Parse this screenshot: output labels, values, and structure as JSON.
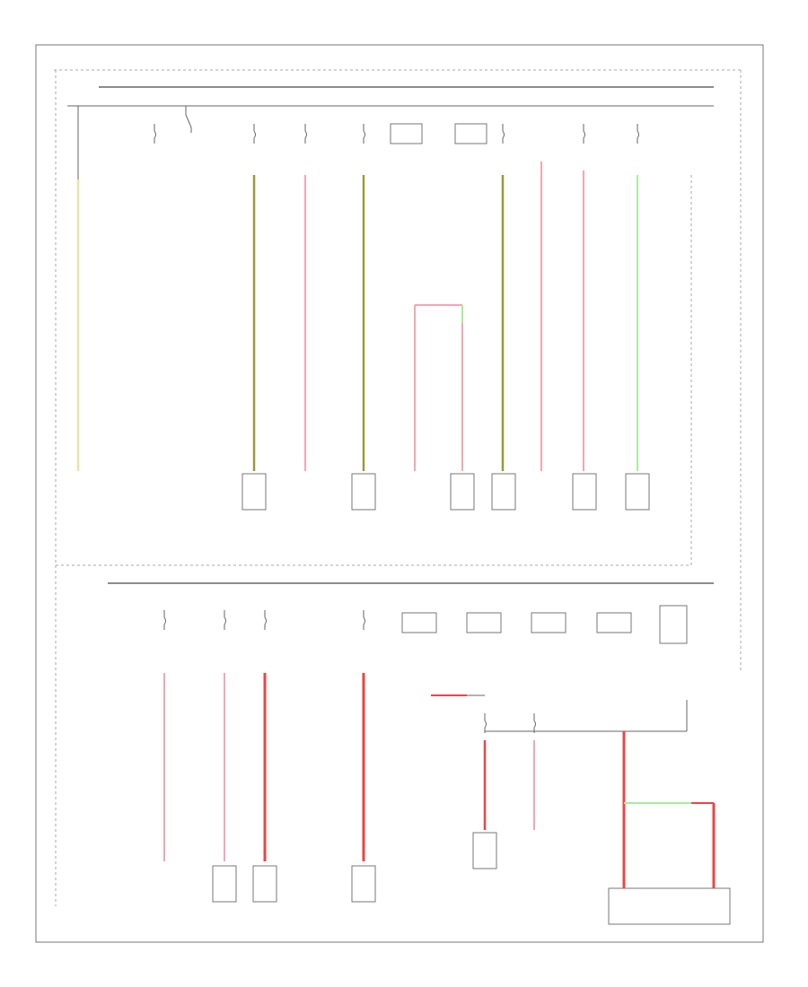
{
  "page_label": "",
  "wires": [
    {
      "id": "w1",
      "color": "#e6e6a8"
    },
    {
      "id": "w2",
      "color": "#9a9a3a"
    },
    {
      "id": "w3",
      "color": "#f5a5b5"
    },
    {
      "id": "w4",
      "color": "#a8ee9a"
    },
    {
      "id": "w5",
      "color": "#ee4444"
    }
  ],
  "colors": {
    "frame": "#777777",
    "wire_gray": "#666666",
    "tan": "#e6e6a8",
    "olive": "#9a9a3a",
    "pink": "#f5a5b5",
    "green": "#a8ee9a",
    "red": "#ee4444"
  }
}
